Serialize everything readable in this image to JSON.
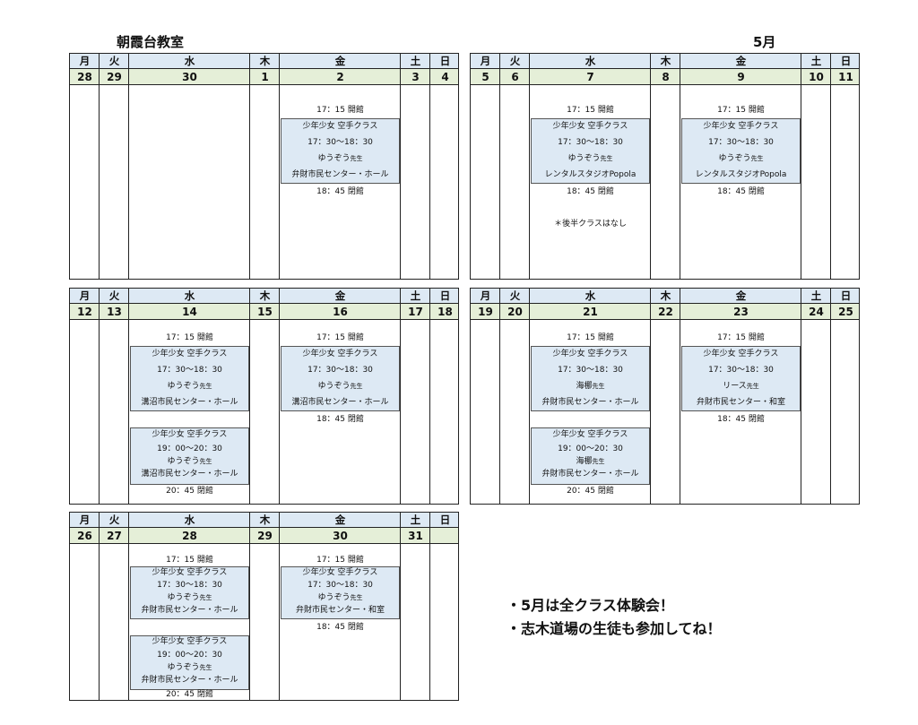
{
  "header": {
    "title": "朝霞台教室",
    "month": "5月"
  },
  "weekdays": [
    "月",
    "火",
    "水",
    "木",
    "金",
    "土",
    "日"
  ],
  "weeks": [
    {
      "dates": [
        "28",
        "29",
        "30",
        "1",
        "2",
        "3",
        "4"
      ]
    },
    {
      "dates": [
        "5",
        "6",
        "7",
        "8",
        "9",
        "10",
        "11"
      ]
    },
    {
      "dates": [
        "12",
        "13",
        "14",
        "15",
        "16",
        "17",
        "18"
      ]
    },
    {
      "dates": [
        "19",
        "20",
        "21",
        "22",
        "23",
        "24",
        "25"
      ]
    },
    {
      "dates": [
        "26",
        "27",
        "28",
        "29",
        "30",
        "31",
        ""
      ]
    }
  ],
  "events": {
    "w0_fri": {
      "open": "17：15 開館",
      "class": "少年少女 空手クラス",
      "time": "17：30〜18：30",
      "teacher": "ゆうぞう",
      "teacher_suffix": "先生",
      "place": "弁財市民センター・ホール",
      "close": "18：45 閉館"
    },
    "w1_wed": {
      "open": "17：15 開館",
      "class": "少年少女 空手クラス",
      "time": "17：30〜18：30",
      "teacher": "ゆうぞう",
      "teacher_suffix": "先生",
      "place": "レンタルスタジオPopola",
      "close": "18：45 閉館",
      "note": "＊後半クラスはなし"
    },
    "w1_fri": {
      "open": "17：15 開館",
      "class": "少年少女 空手クラス",
      "time": "17：30〜18：30",
      "teacher": "ゆうぞう",
      "teacher_suffix": "先生",
      "place": "レンタルスタジオPopola",
      "close": "18：45 閉館"
    },
    "w2_wed": {
      "open": "17：15 開館",
      "s1": {
        "class": "少年少女 空手クラス",
        "time": "17：30〜18：30",
        "teacher": "ゆうぞう",
        "teacher_suffix": "先生",
        "place": "溝沼市民センター・ホール"
      },
      "s2": {
        "class": "少年少女 空手クラス",
        "time": "19：00〜20：30",
        "teacher": "ゆうぞう",
        "teacher_suffix": "先生",
        "place": "溝沼市民センター・ホール"
      },
      "close": "20：45 閉館"
    },
    "w2_fri": {
      "open": "17：15 開館",
      "class": "少年少女 空手クラス",
      "time": "17：30〜18：30",
      "teacher": "ゆうぞう",
      "teacher_suffix": "先生",
      "place": "溝沼市民センター・ホール",
      "close": "18：45 閉館"
    },
    "w3_wed": {
      "open": "17：15 開館",
      "s1": {
        "class": "少年少女 空手クラス",
        "time": "17：30〜18：30",
        "teacher": "海梛",
        "teacher_suffix": "先生",
        "place": "弁財市民センター・ホール"
      },
      "s2": {
        "class": "少年少女 空手クラス",
        "time": "19：00〜20：30",
        "teacher": "海梛",
        "teacher_suffix": "先生",
        "place": "弁財市民センター・ホール"
      },
      "close": "20：45 閉館"
    },
    "w3_fri": {
      "open": "17：15 開館",
      "class": "少年少女 空手クラス",
      "time": "17：30〜18：30",
      "teacher": "リース",
      "teacher_suffix": "先生",
      "place": "弁財市民センター・和室",
      "close": "18：45 閉館"
    },
    "w4_wed": {
      "open": "17：15 開館",
      "s1": {
        "class": "少年少女 空手クラス",
        "time": "17：30〜18：30",
        "teacher": "ゆうぞう",
        "teacher_suffix": "先生",
        "place": "弁財市民センター・ホール"
      },
      "s2": {
        "class": "少年少女 空手クラス",
        "time": "19：00〜20：30",
        "teacher": "ゆうぞう",
        "teacher_suffix": "先生",
        "place": "弁財市民センター・ホール"
      },
      "close": "20：45 閉館"
    },
    "w4_fri": {
      "open": "17：15 開館",
      "class": "少年少女 空手クラス",
      "time": "17：30〜18：30",
      "teacher": "ゆうぞう",
      "teacher_suffix": "先生",
      "place": "弁財市民センター・和室",
      "close": "18：45 閉館"
    }
  },
  "notes": [
    "・5月は全クラス体験会！",
    "・志木道場の生徒も参加してね！"
  ]
}
